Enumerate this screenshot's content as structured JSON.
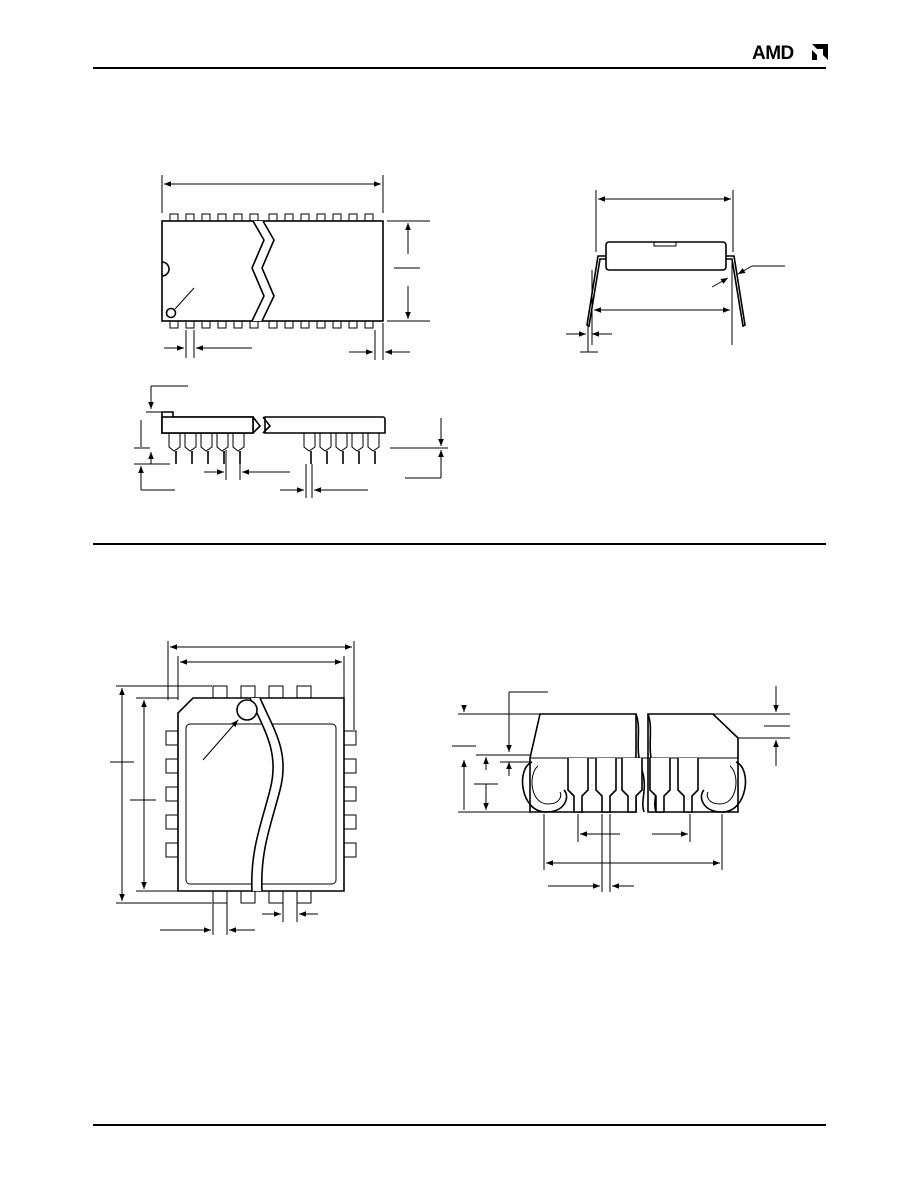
{
  "header": {
    "brand": "AMD",
    "colors": {
      "ink": "#000000",
      "paper": "#ffffff"
    }
  },
  "diagrams": [
    {
      "name": "dip-top-view",
      "icon": "package-outline"
    },
    {
      "name": "dip-end-view",
      "icon": "package-outline"
    },
    {
      "name": "dip-side-view",
      "icon": "package-outline"
    },
    {
      "name": "plcc-top-view",
      "icon": "package-outline"
    },
    {
      "name": "plcc-side-view",
      "icon": "package-outline"
    }
  ]
}
